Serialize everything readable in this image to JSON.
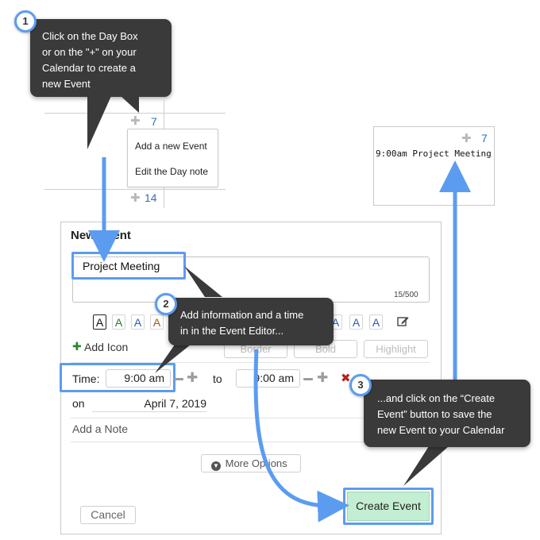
{
  "calendar": {
    "day_a": "7",
    "day_b": "14",
    "menu": {
      "add_event": "Add a new Event",
      "edit_note": "Edit the Day note"
    }
  },
  "preview": {
    "day": "7",
    "event": "9:00am Project Meeting"
  },
  "editor": {
    "heading": "New Event",
    "title_value": "Project Meeting",
    "char_count": "15/500",
    "add_icon": "Add Icon",
    "border_label": "Border",
    "bold_label": "Bold",
    "highlight_label": "Highlight",
    "time_label": "Time:",
    "start_time": "9:00 am",
    "to_label": "to",
    "end_time": "9:00 am",
    "on_label": "on",
    "date": "April 7, 2019",
    "note_placeholder": "Add a Note",
    "more_options": "More Options",
    "cancel": "Cancel",
    "create": "Create Event",
    "letter": "A"
  },
  "callouts": {
    "one": {
      "num": "1",
      "lines": [
        "Click on the Day Box",
        "or on the \"+\"  on your",
        "Calendar to create a",
        "new Event"
      ]
    },
    "two": {
      "num": "2",
      "lines": [
        "Add information and a time",
        "in in the Event Editor..."
      ]
    },
    "three": {
      "num": "3",
      "lines": [
        "...and click on the “Create",
        "Event” button to save the",
        "new Event to your Calendar"
      ]
    }
  },
  "colors": {
    "accent_blue": "#5b9cf0",
    "callout_bg": "#3a3a3a",
    "create_bg": "#c3eed1",
    "day_number": "#2f72b5"
  }
}
